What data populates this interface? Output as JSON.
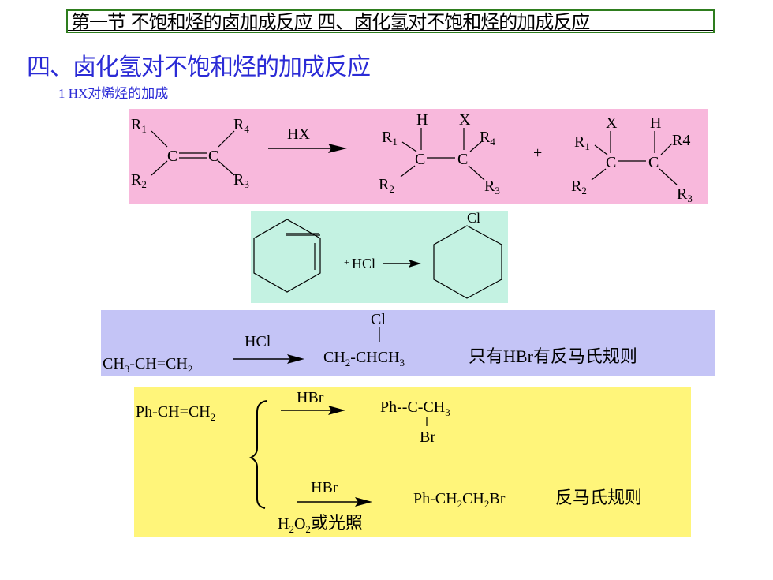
{
  "header": {
    "text": "第一节 不饱和烃的卤加成反应   四、卤化氢对不饱和烃的加成反应"
  },
  "section_title": "四、卤化氢对不饱和烃的加成反应",
  "subtitle": "1 HX对烯烃的加成",
  "reaction1": {
    "reagent": "HX",
    "reactant_labels": [
      "R",
      "1",
      "R",
      "4",
      "R",
      "2",
      "R",
      "3",
      "C",
      "C"
    ],
    "plus": "+",
    "p1": {
      "top_left": "H",
      "top_right": "X",
      "r1": "R",
      "r1s": "1",
      "r4": "R",
      "r4s": "4",
      "r2": "R",
      "r2s": "2",
      "r3": "R",
      "r3s": "3",
      "c": "C"
    },
    "p2": {
      "top_left": "X",
      "top_right": "H",
      "r1": "R",
      "r1s": "1",
      "r4": "R4",
      "r2": "R",
      "r2s": "2",
      "r3": "R",
      "r3s": "3",
      "c": "C"
    }
  },
  "reaction2": {
    "reagent_prefix": "+",
    "reagent": "HCl",
    "product_substituent": "Cl"
  },
  "reaction3": {
    "reactant": {
      "p1": "CH",
      "s1": "3",
      "p2": "-CH=CH",
      "s2": "2"
    },
    "reagent": "HCl",
    "product_substituent": "Cl",
    "product": {
      "p1": "CH",
      "s1": "2",
      "p2": "-CHCH",
      "s2": "3"
    },
    "note_prefix": "只有",
    "note_mid": "HBr有",
    "note_suffix": "反马氏规则"
  },
  "reaction4": {
    "reactant": {
      "p1": "Ph-CH=CH",
      "s1": "2"
    },
    "upper_reagent": "HBr",
    "upper_product": {
      "p1": "Ph--C-CH",
      "s1": "3",
      "sub": "Br"
    },
    "lower_reagent": "HBr",
    "lower_condition": {
      "p1": "H",
      "s1": "2",
      "p2": "O",
      "s2": "2",
      "p3": "或光照"
    },
    "lower_product": {
      "p1": "Ph-CH",
      "s1": "2",
      "p2": "CH",
      "s2": "2",
      "p3": "Br"
    },
    "lower_note": "反马氏规则"
  }
}
